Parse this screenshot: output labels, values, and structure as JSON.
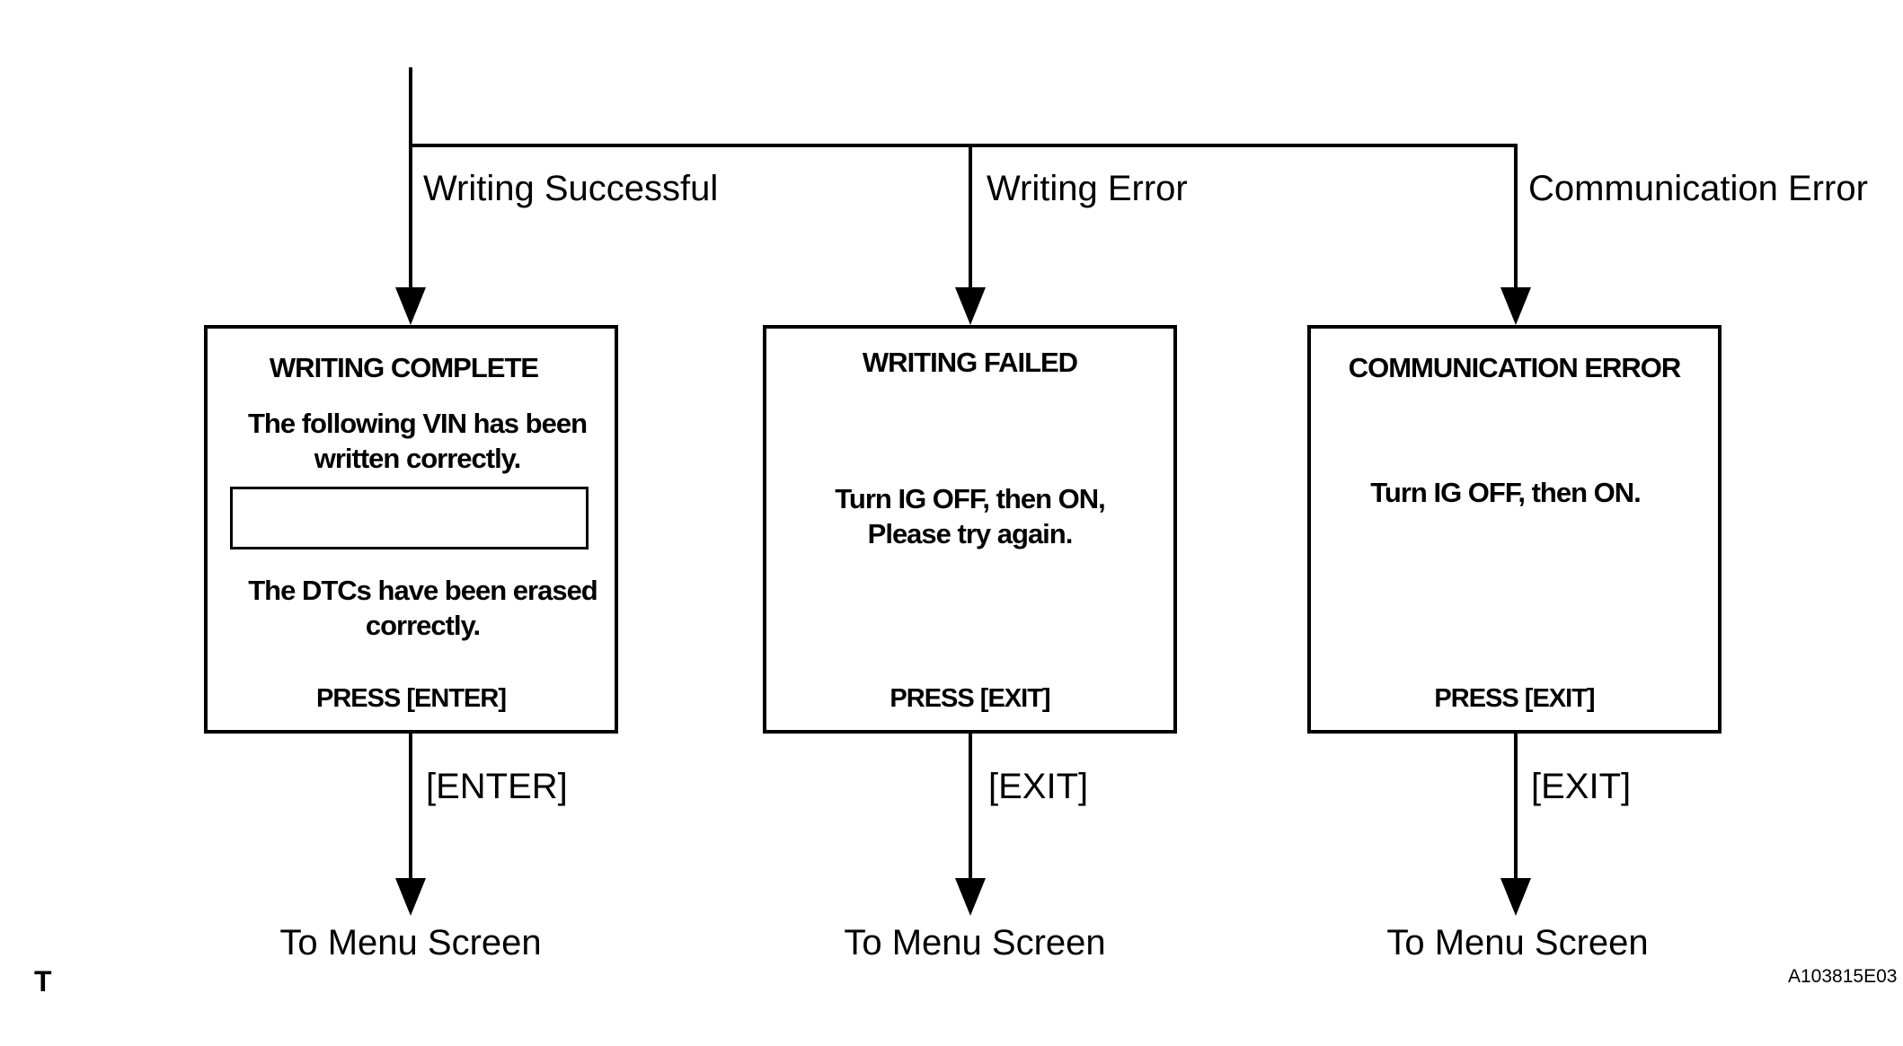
{
  "branches": [
    {
      "condition_label": "Writing Successful",
      "screen": {
        "title": "WRITING COMPLETE",
        "message_lines": [
          "The following VIN has been",
          "written correctly."
        ],
        "has_vin_field": true,
        "secondary_lines": [
          "The DTCs have been erased",
          "correctly."
        ],
        "prompt": "PRESS [ENTER]"
      },
      "key_label": "[ENTER]",
      "destination": "To Menu Screen"
    },
    {
      "condition_label": "Writing Error",
      "screen": {
        "title": "WRITING  FAILED",
        "message_lines": [
          "Turn IG OFF, then ON,",
          "Please try again."
        ],
        "has_vin_field": false,
        "prompt": "PRESS [EXIT]"
      },
      "key_label": "[EXIT]",
      "destination": "To Menu Screen"
    },
    {
      "condition_label": "Communication Error",
      "screen": {
        "title": "COMMUNICATION ERROR",
        "message_lines": [
          "Turn IG OFF, then ON."
        ],
        "has_vin_field": false,
        "prompt": "PRESS [EXIT]"
      },
      "key_label": "[EXIT]",
      "destination": "To Menu Screen"
    }
  ],
  "corner_mark": "T",
  "figure_id": "A103815E03"
}
